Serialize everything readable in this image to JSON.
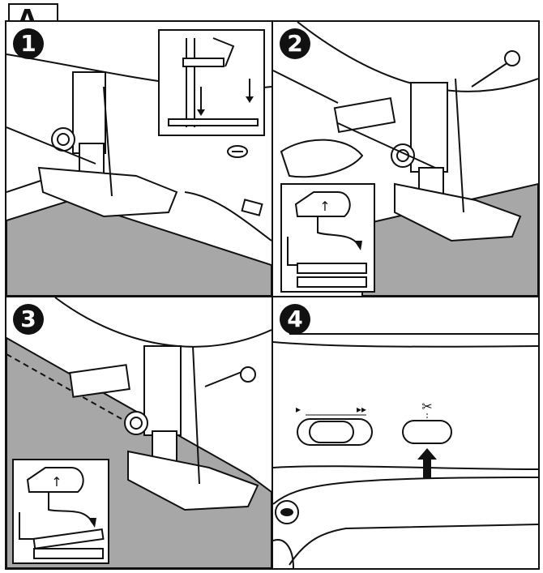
{
  "figure": {
    "section_label": "A",
    "steps": [
      {
        "number": "1"
      },
      {
        "number": "2"
      },
      {
        "number": "3"
      },
      {
        "number": "4"
      }
    ],
    "icons": {
      "up_arrow": "↑",
      "speed_slow": "▸",
      "speed_fast": "▸▸",
      "scissors": "✂"
    },
    "colors": {
      "fabric": "#a7a7a7",
      "line": "#111111",
      "background": "#ffffff"
    }
  }
}
